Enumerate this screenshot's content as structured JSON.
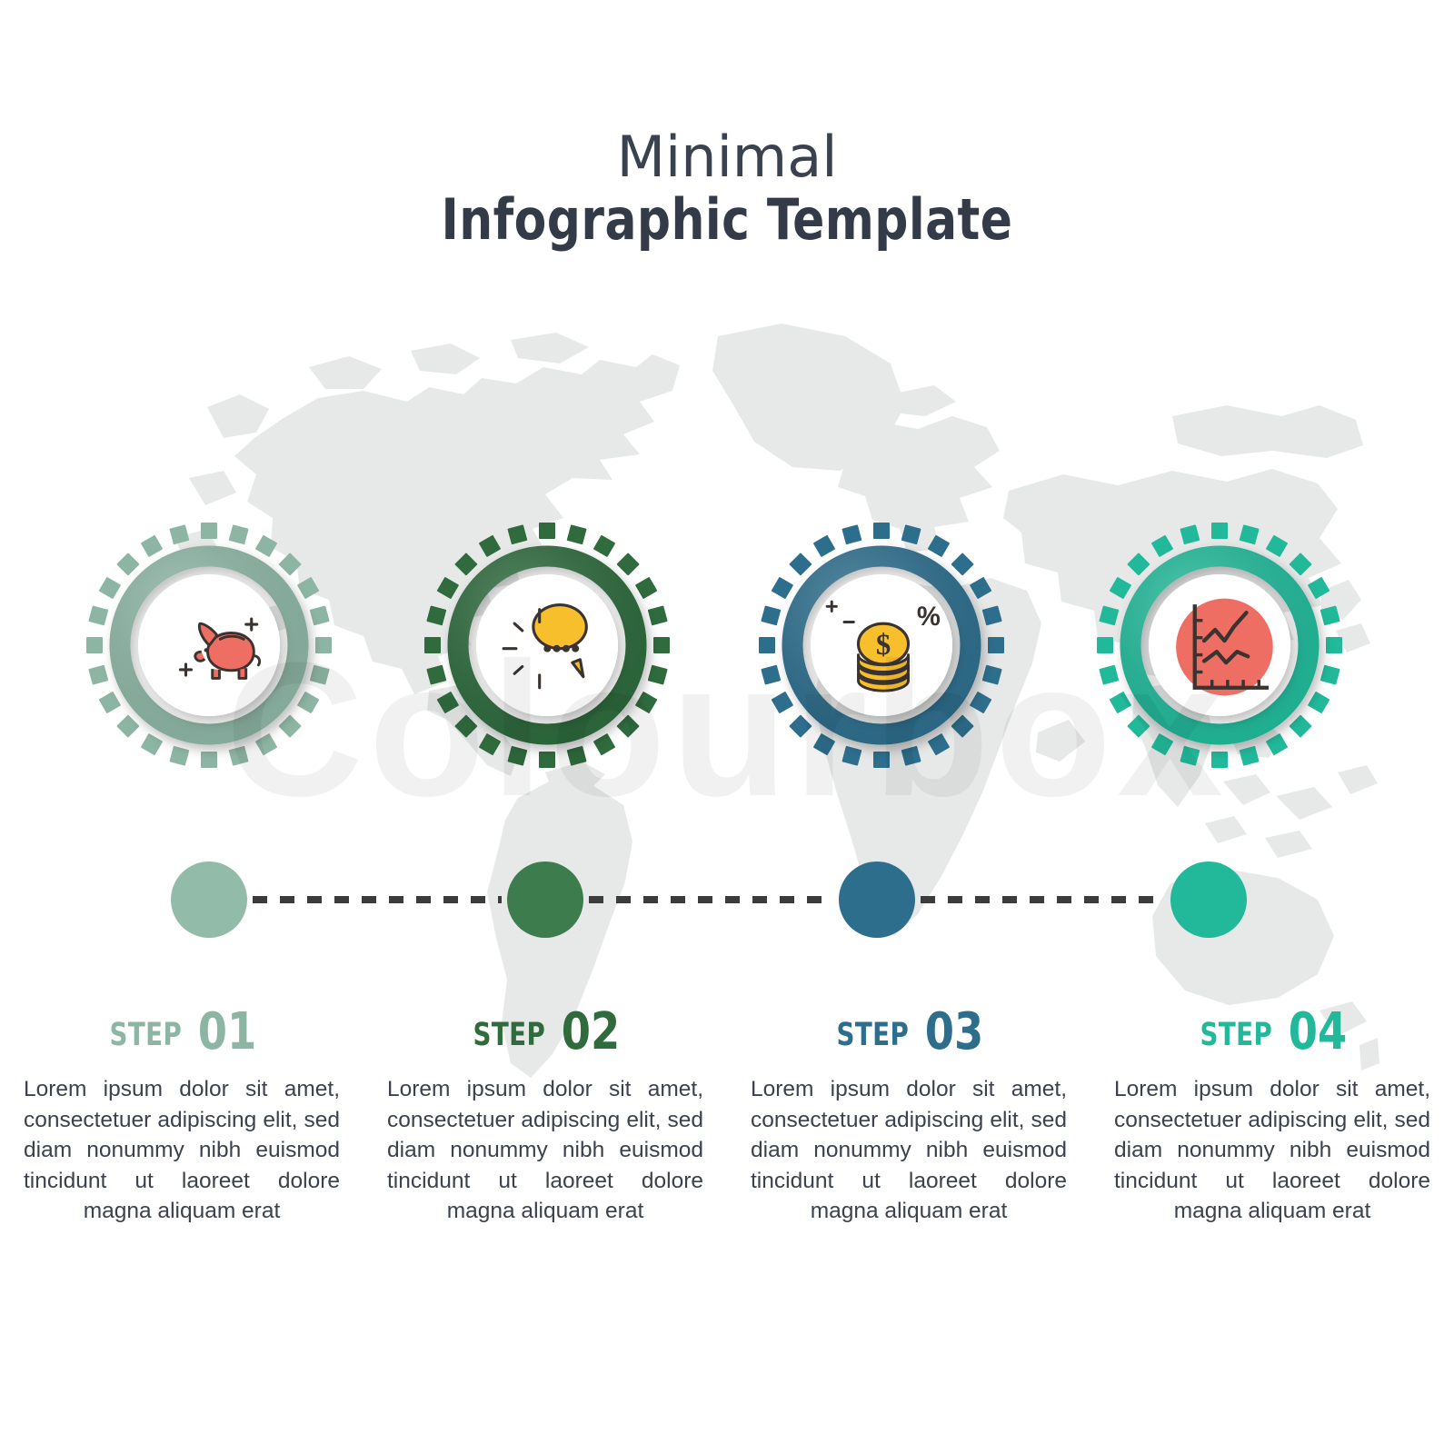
{
  "title": {
    "line1": "Minimal",
    "line2": "Infographic Template",
    "color": "#343b48"
  },
  "background": {
    "map_icon": "world-map-icon",
    "map_color": "#e7e8e8",
    "page_color": "#ffffff"
  },
  "watermark": {
    "text": "Colourbox"
  },
  "timeline": {
    "line_style": "dashed",
    "line_color": "#3c3c3c"
  },
  "steps": [
    {
      "head_word": "STEP",
      "head_num": "01",
      "color": "#8db5a4",
      "dash_color": "#8db5a4",
      "dot_color": "#93bbaa",
      "icon": "piggy-bank-icon",
      "icon_color": "#ef6e63",
      "body": "Lorem ipsum dolor sit amet, consectetuer adipiscing elit, sed diam nonummy nibh euismod tincidunt ut laoreet dolore magna aliquam erat"
    },
    {
      "head_word": "STEP",
      "head_num": "02",
      "color": "#2f6b3d",
      "dash_color": "#2f6b3d",
      "dot_color": "#3d7c4c",
      "icon": "speech-bubble-icon",
      "icon_color": "#f7bf2b",
      "body": "Lorem ipsum dolor sit amet, consectetuer adipiscing elit, sed diam nonummy nibh euismod tincidunt ut laoreet dolore magna aliquam erat"
    },
    {
      "head_word": "STEP",
      "head_num": "03",
      "color": "#2d6e8d",
      "dash_color": "#2d6e8d",
      "dot_color": "#2d6e8d",
      "icon": "coin-stack-icon",
      "icon_color": "#f7bf2b",
      "body": "Lorem ipsum dolor sit amet, consectetuer adipiscing elit, sed diam nonummy nibh euismod tincidunt ut laoreet dolore magna aliquam erat"
    },
    {
      "head_word": "STEP",
      "head_num": "04",
      "color": "#21b99a",
      "dash_color": "#21b99a",
      "dot_color": "#21b99a",
      "icon": "line-chart-icon",
      "icon_color": "#ef6e63",
      "body": "Lorem ipsum dolor sit amet, consectetuer adipiscing elit, sed diam nonummy nibh euismod tincidunt ut laoreet dolore magna aliquam erat"
    }
  ]
}
